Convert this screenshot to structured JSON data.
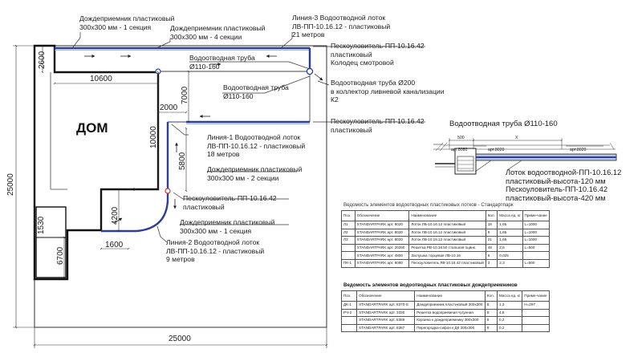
{
  "labels": {
    "gutter_1sec": [
      "Дождеприемник пластиковый",
      "300х300 мм - 1 секция"
    ],
    "gutter_4sec": [
      "Дождеприемник пластиковый",
      "300х300 мм - 4 секции"
    ],
    "line3": [
      "Линия-3 Водоотводной лоток",
      "ЛВ-ПП-10.16.12 - пластиковый",
      "21 метров"
    ],
    "sand_trap_top": [
      "Пескоуловитель-ПП-10.16.42",
      "пластиковый",
      "Колодец смотровой"
    ],
    "pipe_top": [
      "Водоотводная труба",
      "Ø110-160"
    ],
    "pipe_mid": [
      "Водоотводная труба",
      "Ø110-160"
    ],
    "pipe_200": [
      "Водоотводная труба Ø200",
      "в коллектор ливневой канализации",
      "К2"
    ],
    "sand_trap_right": [
      "Пескоуловитель-ПП-10.16.42",
      "пластиковый"
    ],
    "line1": [
      "Линия-1 Водоотводной лоток",
      "ЛВ-ПП-10.16.12 - пластиковый",
      "18 метров"
    ],
    "gutter_2sec": [
      "Дождеприемник пластиковый",
      "300х300 мм - 2 секции"
    ],
    "sand_trap_mid": [
      "Пескоуловитель-ПП-10.16.42",
      "пластиковый"
    ],
    "gutter_1sec_b": [
      "Дождеприемник пластиковый",
      "300х300 мм - 1 секция"
    ],
    "line2": [
      "Линия-2 Водоотводной лоток",
      "ЛВ-ПП-10.16.12 - пластиковый",
      "9 метров"
    ],
    "house": "ДОМ",
    "detail_pipe": "Водоотводная труба Ø110-160",
    "detail_tray": [
      "Лоток водоотводной-ПП-10.16.12",
      "пластиковый-высота-120 мм"
    ],
    "detail_trap": [
      "Пескоуловитель-ПП-10.16.42",
      "пластиковый-высота-420 мм"
    ],
    "detail_art_left": "арт.8080",
    "detail_art_mid": "арт.8020",
    "detail_art_right": "арт.8020",
    "detail_dim_500": "500",
    "detail_dim_x": "X"
  },
  "dims": {
    "top_2600": "2600",
    "top_10600": "10600",
    "d_7000": "7000",
    "d_2000": "2000",
    "d_10000": "10000",
    "d_5800": "5800",
    "d_4200": "4200",
    "d_1530": "1530",
    "d_6700": "6700",
    "d_1600": "1600",
    "left_25000": "25000",
    "bottom_25000": "25000"
  },
  "table1": {
    "caption": "Ведомость элементов водоотводных пластиковых лотков - Стандартпарк",
    "headers": [
      "Поз.",
      "Обозначение",
      "Наименование",
      "Кол.",
      "Масса ед. кг",
      "Приме-чание"
    ],
    "rows": [
      [
        "Л1",
        "STANDARTPARK арт. 8020",
        "Лоток ЛВ-10.16.12 пластиковый",
        "18",
        "1,65",
        "L=1000"
      ],
      [
        "Л2",
        "STANDARTPARK арт. 8020",
        "Лоток ЛВ-10.16.12 пластиковый",
        "9",
        "1,65",
        "L=1000"
      ],
      [
        "Л3",
        "STANDARTPARK арт. 8020",
        "Лоток ЛВ-10.16.12 пластиковый",
        "21",
        "1,65",
        "L=1000"
      ],
      [
        "",
        "STANDARTPARK арт. 20260",
        "Решетка РВ-10.16.50 стальная оцинк.",
        "48",
        "2,6",
        "L=500"
      ],
      [
        "",
        "STANDARTPARK арт. 4800",
        "Заглушка торцевая ЛВ-10.16",
        "6",
        "0,025",
        ""
      ],
      [
        "ПК-1",
        "STANDARTPARK арт. 8080",
        "Пескоуловитель ЛВ-10.16.42 пластиковый",
        "3",
        "2,3",
        "L=500"
      ]
    ]
  },
  "table2": {
    "caption": "Ведомость элементов водоотводных пластиковых дождеприемников",
    "headers": [
      "Поз.",
      "Обозначение",
      "Наименование",
      "Кол.",
      "Масса ед. кг",
      "Приме-чание"
    ],
    "rows": [
      [
        "ДК-1",
        "STANDARTPARK арт. 8370-S",
        "Дождеприемник пластиковый 300х300",
        "8",
        "1,3",
        "H=297"
      ],
      [
        "РЧ-2",
        "STANDARTPARK арт. 3330",
        "Решетка водоприемная чугунная",
        "8",
        "4,8",
        ""
      ],
      [
        "",
        "STANDARTPARK арт. 8389",
        "Корзина к дождеприемнику 300х300",
        "8",
        "0,2",
        ""
      ],
      [
        "",
        "STANDARTPARK арт. 8387",
        "Перегородка-сифон к ДК 300х300",
        "8",
        "0,2",
        ""
      ]
    ]
  }
}
